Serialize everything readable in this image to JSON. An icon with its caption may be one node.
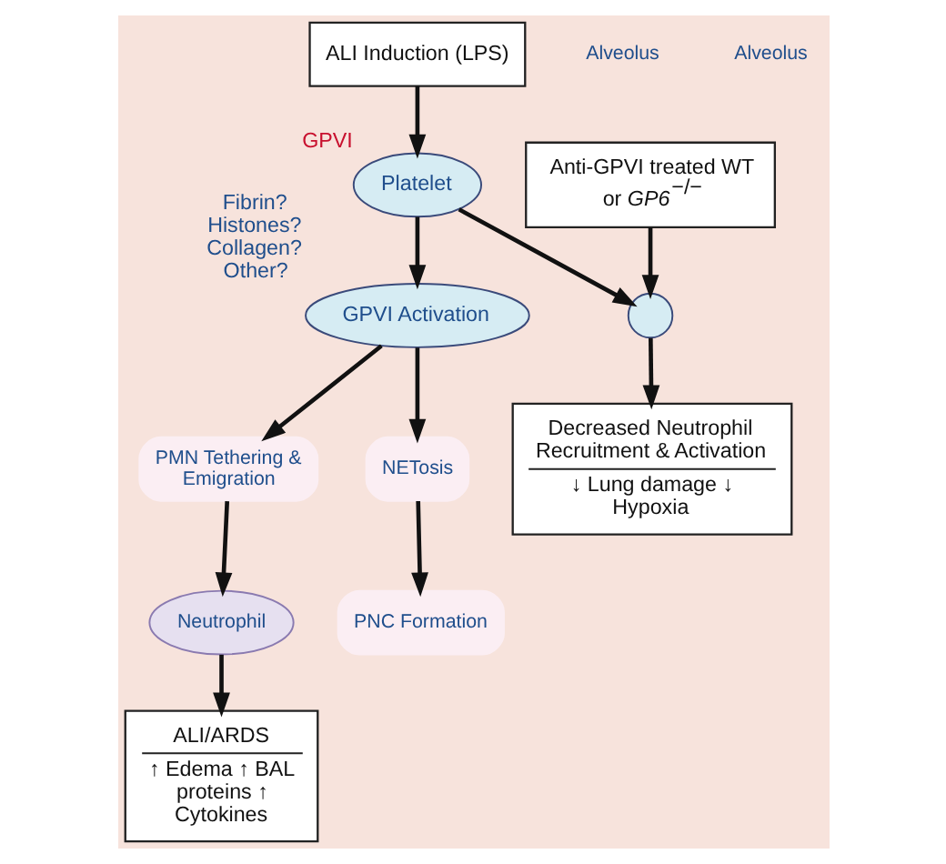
{
  "diagram": {
    "nodes": [
      {
        "text": [
          "ALI Induction (LPS)"
        ]
      },
      {
        "text": [
          "Platelet"
        ],
        "beside": [
          "GPVI"
        ]
      },
      {
        "text": [
          "Anti-GPVI treated WT",
          "or *GP6*$^{−/−}$"
        ]
      },
      {
        "text": [
          "GPVI Activation"
        ],
        "beside": [
          "Fibrin? Histones? Collagen? Other?"
        ]
      },
      {
        "text": [],
        "shape": "circle"
      },
      {
        "text": [
          "PMN Tethering & Emigration"
        ]
      },
      {
        "text": [
          "NETosis"
        ]
      },
      {
        "text": [
          "Neutrophil"
        ]
      },
      {
        "text": [
          "PNC Formation"
        ]
      },
      {
        "text": [
          "ALI/ARDS",
          "↑ Edema ↑ BAL proteins ↑ Cytokines"
        ]
      },
      {
        "text": [
          "Decreased Neutrophil Recruitment & Activation",
          "↓ Lung damage ↓ Hypoxia"
        ]
      }
    ],
    "edges": [
      {
        "from": 0,
        "to": 1,
        "arrow": "to"
      },
      {
        "from": 1,
        "to": 3,
        "arrow": "to"
      },
      {
        "from": 1,
        "to": 4,
        "arrow": "to"
      },
      {
        "from": 2,
        "to": 4,
        "arrow": "to"
      },
      {
        "from": 3,
        "to": 5,
        "arrow": "to"
      },
      {
        "from": 3,
        "to": 6,
        "arrow": "to"
      },
      {
        "from": 6,
        "to": 8,
        "arrow": "to"
      },
      {
        "from": 5,
        "to": 7,
        "arrow": "to"
      },
      {
        "from": 7,
        "to": 9,
        "arrow": "to"
      },
      {
        "from": 4,
        "to": 10,
        "arrow": "to"
      }
    ],
    "labels": [
      "Alveolus",
      "Alveolus"
    ]
  }
}
